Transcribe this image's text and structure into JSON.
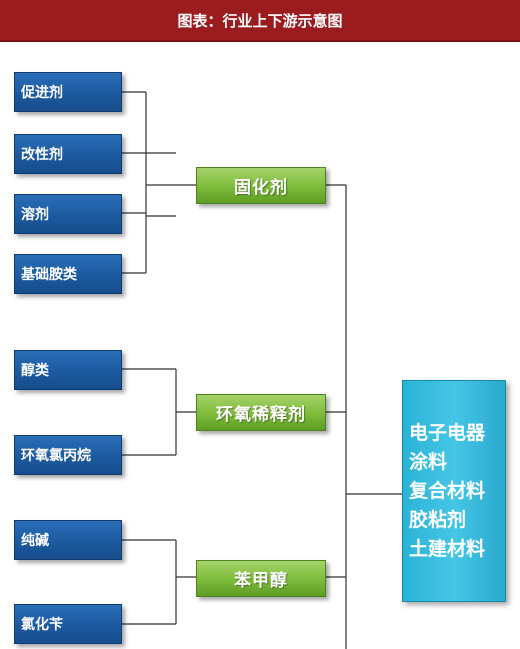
{
  "title": "图表：行业上下游示意图",
  "raw_materials_group1": [
    "促进剂",
    "改性剂",
    "溶剂",
    "基础胺类"
  ],
  "raw_materials_group2": [
    "醇类",
    "环氧氯丙烷"
  ],
  "raw_materials_group3": [
    "纯碱",
    "氯化苄"
  ],
  "intermediates": [
    "固化剂",
    "环氧稀释剂",
    "苯甲醇"
  ],
  "applications": [
    "电子电器",
    "涂料",
    "复合材料",
    "胶粘剂",
    "土建材料"
  ],
  "colors": {
    "title_bar": "#9b1c1f",
    "raw_material_box": "#1c5aa0",
    "intermediate_box": "#7dbb3a",
    "application_box": "#45c6e6",
    "connector": "#333333"
  }
}
